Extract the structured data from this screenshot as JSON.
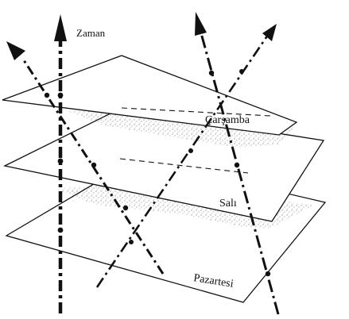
{
  "labels": {
    "time_axis": "Zaman",
    "wednesday": "Çarşamba",
    "tuesday": "Salı",
    "monday": "Pazartesi"
  },
  "colors": {
    "ink": "#111111",
    "background": "#ffffff"
  }
}
